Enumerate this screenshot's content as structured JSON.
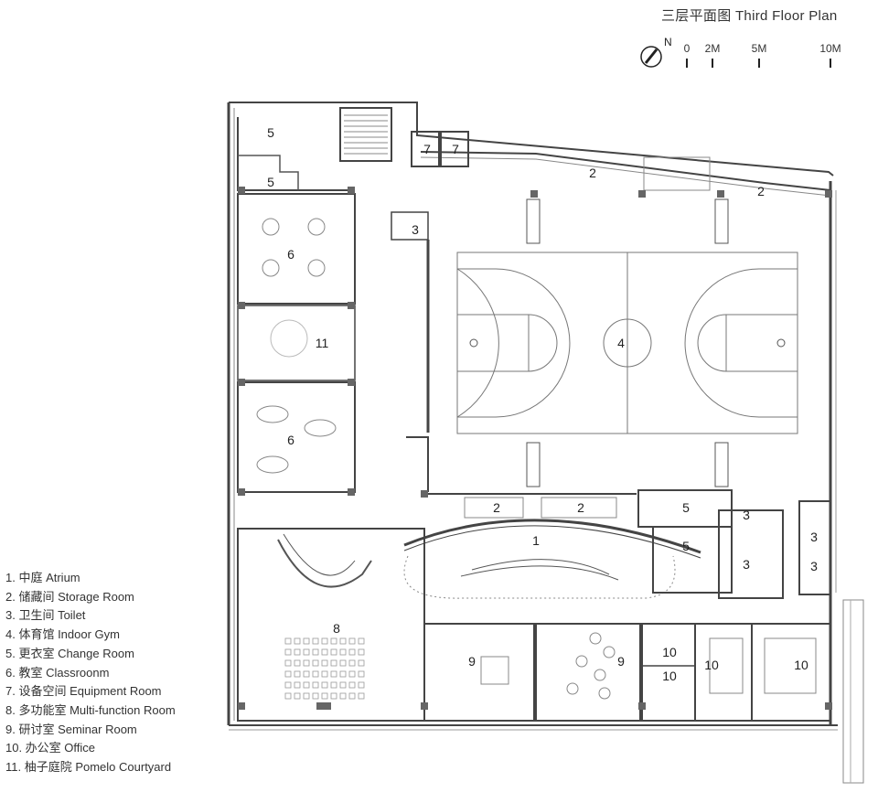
{
  "title": "三层平面图  Third Floor Plan",
  "north_label": "N",
  "scale_ticks": [
    "0",
    "2M",
    "5M",
    "10M"
  ],
  "legend": [
    "1.  中庭  Atrium",
    "2.  储藏间  Storage Room",
    "3.  卫生间  Toilet",
    "4.  体育馆  Indoor Gym",
    "5.  更衣室  Change Room",
    "6.  教室  Classroonm",
    "7.  设备空间  Equipment Room",
    "8.  多功能室  Multi-function Room",
    "9.  研讨室   Seminar Room",
    "10. 办公室  Office",
    "11. 柚子庭院  Pomelo Courtyard"
  ],
  "room_labels": {
    "r1": "1",
    "r2a": "2",
    "r2b": "2",
    "r2c": "2",
    "r2d": "2",
    "r3a": "3",
    "r3b": "3",
    "r3c": "3",
    "r3d": "3",
    "r3e": "3",
    "r4": "4",
    "r5a": "5",
    "r5b": "5",
    "r5c": "5",
    "r5d": "5",
    "r6a": "6",
    "r6b": "6",
    "r7a": "7",
    "r7b": "7",
    "r8": "8",
    "r9a": "9",
    "r9b": "9",
    "r10a": "10",
    "r10b": "10",
    "r10c": "10",
    "r10d": "10",
    "r11": "11"
  }
}
